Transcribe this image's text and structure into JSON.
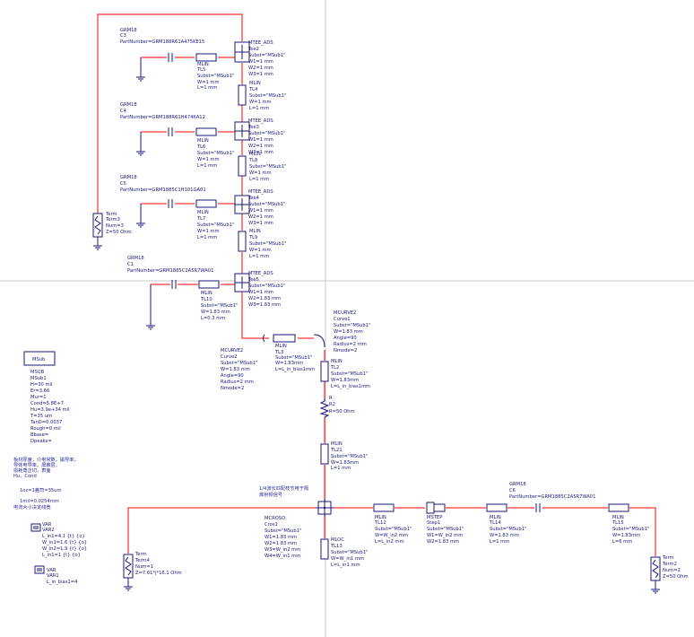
{
  "components": {
    "c3": {
      "model": "GRM18",
      "name": "C3",
      "pn": "PartNumber=GRM188R61A475KE15"
    },
    "c4": {
      "model": "GRM18",
      "name": "C4",
      "pn": "PartNumber=GRM188R61H474KA12"
    },
    "c5": {
      "model": "GRM18",
      "name": "C5",
      "pn": "PartNumber=GRM1885C1H101GA01"
    },
    "c1": {
      "model": "GRM18",
      "name": "C1",
      "pn": "PartNumber=GRM1885C2A5R7WA01"
    },
    "c6": {
      "model": "GRM18",
      "name": "C6",
      "pn": "PartNumber=GRM1885C2A5R7WA01"
    },
    "tee2": {
      "model": "MTEE_ADS",
      "name": "Tee2",
      "l1": "Subst=\"MSub1\"",
      "l2": "W1=1 mm",
      "l3": "W2=1 mm",
      "l4": "W3=1 mm"
    },
    "tee3": {
      "model": "MTEE_ADS",
      "name": "Tee3",
      "l1": "Subst=\"MSub1\"",
      "l2": "W1=1 mm",
      "l3": "W2=1 mm",
      "l4": "W3=1 mm"
    },
    "tee4": {
      "model": "MTEE_ADS",
      "name": "Tee4",
      "l1": "Subst=\"MSub1\"",
      "l2": "W1=1 mm",
      "l3": "W2=1 mm",
      "l4": "W3=1 mm"
    },
    "tee5": {
      "model": "MTEE_ADS",
      "name": "Tee5",
      "l1": "Subst=\"MSub1\"",
      "l2": "W1=1 mm",
      "l3": "W2=1.83 mm",
      "l4": "W3=1.83 mm"
    },
    "tl5": {
      "model": "MLIN",
      "name": "TL5",
      "l1": "Subst=\"MSub1\"",
      "l2": "W=1 mm",
      "l3": "L=1 mm"
    },
    "tl4": {
      "model": "MLIN",
      "name": "TL4",
      "l1": "Subst=\"MSub1\"",
      "l2": "W=1 mm",
      "l3": "L=1 mm"
    },
    "tl6": {
      "model": "MLIN",
      "name": "TL6",
      "l1": "Subst=\"MSub1\"",
      "l2": "W=1 mm",
      "l3": "L=1 mm"
    },
    "tl8": {
      "model": "MLIN",
      "name": "TL8",
      "l1": "Subst=\"MSub1\"",
      "l2": "W=1 mm",
      "l3": "L=1 mm"
    },
    "tl7": {
      "model": "MLIN",
      "name": "TL7",
      "l1": "Subst=\"MSub1\"",
      "l2": "W=1 mm",
      "l3": "L=1 mm"
    },
    "tl9": {
      "model": "MLIN",
      "name": "TL9",
      "l1": "Subst=\"MSub1\"",
      "l2": "W=1 mm",
      "l3": "L=1 mm"
    },
    "tl10": {
      "model": "MLIN",
      "name": "TL10",
      "l1": "Subst=\"MSub1\"",
      "l2": "W=1.83 mm",
      "l3": "L=0.3 mm"
    },
    "tl3": {
      "model": "MLIN",
      "name": "TL3",
      "l1": "Subst=\"MSub1\"",
      "l2": "W=1.83mm",
      "l3": "L=L_in_bias1mm"
    },
    "tl2": {
      "model": "MLIN",
      "name": "TL2",
      "l1": "Subst=\"MSub1\"",
      "l2": "W=1.83mm",
      "l3": "L=L_in_bias1mm"
    },
    "tl21": {
      "model": "MLIN",
      "name": "TL21",
      "l1": "Subst=\"MSub1\"",
      "l2": "W=1.83mm",
      "l3": "L=1 mm"
    },
    "tl12": {
      "model": "MLIN",
      "name": "TL12",
      "l1": "Subst=\"MSub1\"",
      "l2": "W=W_in2 mm",
      "l3": "L=L_in2 mm"
    },
    "tl14": {
      "model": "MLIN",
      "name": "TL14",
      "l1": "Subst=\"MSub1\"",
      "l2": "W=1.83 mm",
      "l3": "L=1 mm"
    },
    "tl15": {
      "model": "MLIN",
      "name": "TL15",
      "l1": "Subst=\"MSub1\"",
      "l2": "W=1.83mm",
      "l3": "L=6 mm"
    },
    "tl13": {
      "model": "MLOC",
      "name": "TL13",
      "l1": "Subst=\"MSub1\"",
      "l2": "W=W_in1 mm",
      "l3": "L=L_in1 mm"
    },
    "term3": {
      "model": "Term",
      "name": "Term3",
      "l1": "Num=3",
      "l2": "Z=50 Ohm"
    },
    "term4": {
      "model": "Term",
      "name": "Term4",
      "l1": "Num=1",
      "l2": "Z=7.61*j*16.1 Ohm"
    },
    "term2": {
      "model": "Term",
      "name": "Term2",
      "l1": "Num=2",
      "l2": "Z=50 Ohm"
    },
    "curve1": {
      "model": "MCURVE2",
      "name": "Curve1",
      "l1": "Subst=\"MSub1\"",
      "l2": "W=1.83 mm",
      "l3": "Angle=90",
      "l4": "Radius=2 mm",
      "l5": "Nmode=2"
    },
    "curve2": {
      "model": "MCURVE2",
      "name": "Curve2",
      "l1": "Subst=\"MSub1\"",
      "l2": "W=1.83 mm",
      "l3": "Angle=90",
      "l4": "Radius=2 mm",
      "l5": "Nmode=2"
    },
    "r2": {
      "model": "R",
      "name": "R2",
      "l1": "R=50 Ohm"
    },
    "cross1": {
      "model": "MCROSO",
      "name": "Cros1",
      "l1": "Subst=\"MSub1\"",
      "l2": "W1=1.83 mm",
      "l3": "W2=1.83 mm",
      "l4": "W3=W_in2 mm",
      "l5": "W4=W_in1 mm"
    },
    "step1": {
      "model": "MSTEP",
      "name": "Step1",
      "l1": "Subst=\"MSub1\"",
      "l2": "W1=W_in2 mm",
      "l3": "W2=1.83 mm"
    }
  },
  "msub": {
    "box_label": "MSub",
    "lines": [
      "MSUB",
      "MSub1",
      "H=30 mil",
      "Er=3.66",
      "Mur=1",
      "Cond=5.8E+7",
      "Hu=3.9e+34 mil",
      "T=35 um",
      "TanD=0.0037",
      "Rough=0 mil",
      "Bbase=",
      "Dpeaks="
    ]
  },
  "notes": {
    "n1": "板材厚度，介电常数，磁导率，",
    "n2": "导体电导率，屏蔽层，",
    "n3": "损耗角正切，表面",
    "n4": "Hu、Cond",
    "n5": "1oz=1盎司=35um",
    "n6": "1mil=0.0254mm",
    "n7": "电流大小决定线宽",
    "n8": "1/4波长匹配枝节用于隔",
    "n9": "离射频信号"
  },
  "vars": {
    "var2": {
      "title": "VAR",
      "name": "VAR2",
      "l1": "L_in1=4.1 {t} {o}",
      "l2": "W_in1=1.6 {t} {o}",
      "l3": "W_in2=1.9 {t} {o}",
      "l4": "L_in1=1 {t} {o}"
    },
    "var1": {
      "title": "VAR",
      "name": "VAR1",
      "l1": "L_in_bias1=4"
    }
  }
}
